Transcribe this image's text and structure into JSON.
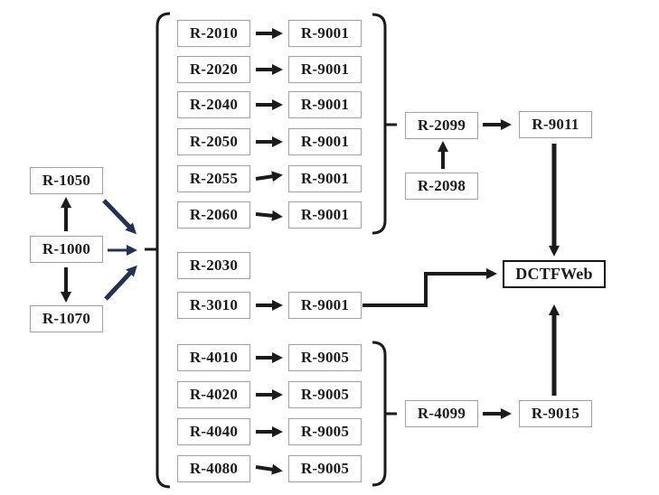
{
  "colors": {
    "arrow_black": "#1b1b1b",
    "arrow_navy": "#223253",
    "box_border": "#a3a3a3",
    "destination_border": "#141414",
    "background": "#ffffff"
  },
  "left_chain": {
    "items": [
      {
        "label": "R-1050"
      },
      {
        "label": "R-1000"
      },
      {
        "label": "R-1070"
      }
    ]
  },
  "group_2000": {
    "rows": [
      {
        "event": "R-2010",
        "receipt": "R-9001"
      },
      {
        "event": "R-2020",
        "receipt": "R-9001"
      },
      {
        "event": "R-2040",
        "receipt": "R-9001"
      },
      {
        "event": "R-2050",
        "receipt": "R-9001"
      },
      {
        "event": "R-2055",
        "receipt": "R-9001"
      },
      {
        "event": "R-2060",
        "receipt": "R-9001"
      }
    ],
    "closing_event": "R-2099",
    "closing_receipt": "R-9011",
    "rectification_event": "R-2098"
  },
  "standalone_event": "R-2030",
  "group_3000": {
    "event": "R-3010",
    "receipt": "R-9001"
  },
  "group_4000": {
    "rows": [
      {
        "event": "R-4010",
        "receipt": "R-9005"
      },
      {
        "event": "R-4020",
        "receipt": "R-9005"
      },
      {
        "event": "R-4040",
        "receipt": "R-9005"
      },
      {
        "event": "R-4080",
        "receipt": "R-9005"
      }
    ],
    "closing_event": "R-4099",
    "closing_receipt": "R-9015"
  },
  "destination": "DCTFWeb",
  "edges": [
    {
      "from": "R-1000",
      "to": "R-1050",
      "style": "black-up-arrow"
    },
    {
      "from": "R-1000",
      "to": "R-1070",
      "style": "black-down-arrow"
    },
    {
      "from": "R-1050",
      "to": "events-brace",
      "style": "navy-diagonal"
    },
    {
      "from": "R-1000",
      "to": "events-brace",
      "style": "navy-horizontal"
    },
    {
      "from": "R-1070",
      "to": "events-brace",
      "style": "navy-diagonal"
    },
    {
      "from": "R-2010",
      "to": "R-9001"
    },
    {
      "from": "R-2020",
      "to": "R-9001"
    },
    {
      "from": "R-2040",
      "to": "R-9001"
    },
    {
      "from": "R-2050",
      "to": "R-9001"
    },
    {
      "from": "R-2055",
      "to": "R-9001"
    },
    {
      "from": "R-2060",
      "to": "R-9001"
    },
    {
      "from": "R-2000-series-brace",
      "to": "R-2099"
    },
    {
      "from": "R-2098",
      "to": "R-2099",
      "style": "black-up-arrow"
    },
    {
      "from": "R-2099",
      "to": "R-9011"
    },
    {
      "from": "R-9011",
      "to": "DCTFWeb",
      "style": "black-down-arrow"
    },
    {
      "from": "R-3010",
      "to": "R-9001"
    },
    {
      "from": "R-9001",
      "to": "DCTFWeb",
      "style": "elbow"
    },
    {
      "from": "R-4010",
      "to": "R-9005"
    },
    {
      "from": "R-4020",
      "to": "R-9005"
    },
    {
      "from": "R-4040",
      "to": "R-9005"
    },
    {
      "from": "R-4080",
      "to": "R-9005"
    },
    {
      "from": "R-4000-series-brace",
      "to": "R-4099"
    },
    {
      "from": "R-4099",
      "to": "R-9015"
    },
    {
      "from": "R-9015",
      "to": "DCTFWeb",
      "style": "black-up-arrow"
    }
  ]
}
